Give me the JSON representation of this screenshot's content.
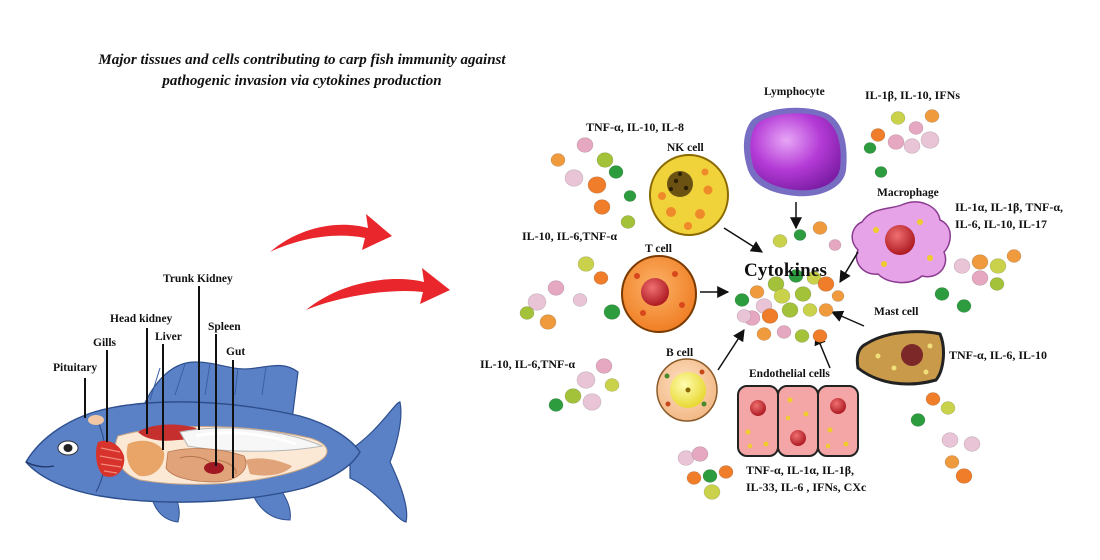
{
  "title": {
    "line1": "Major tissues and cells contributing to carp fish immunity against",
    "line2": "pathogenic invasion via cytokines production"
  },
  "fish_labels": {
    "pituitary": "Pituitary",
    "gills": "Gills",
    "head_kidney": "Head kidney",
    "liver": "Liver",
    "trunk_kidney": "Trunk Kidney",
    "spleen": "Spleen",
    "gut": "Gut"
  },
  "center_label": "Cytokines",
  "cells": {
    "lymphocyte": {
      "name": "Lymphocyte",
      "cytokines": "IL-1β, IL-10, IFNs"
    },
    "nk": {
      "name": "NK cell",
      "cytokines": "TNF-α, IL-10, IL-8"
    },
    "macrophage": {
      "name": "Macrophage",
      "cytokines_1": "IL-1α, IL-1β, TNF-α,",
      "cytokines_2": "IL-6, IL-10, IL-17"
    },
    "t": {
      "name": "T cell",
      "cytokines": "IL-10, IL-6,TNF-α"
    },
    "mast": {
      "name": "Mast cell",
      "cytokines": "TNF-α, IL-6, IL-10"
    },
    "b": {
      "name": "B cell",
      "cytokines": "IL-10, IL-6,TNF-α"
    },
    "endothelial": {
      "name": "Endothelial cells",
      "cytokines_1": "TNF-α, IL-1α, IL-1β,",
      "cytokines_2": "IL-33, IL-6 , IFNs, CXc"
    }
  },
  "colors": {
    "arrow_red": "#e8262b",
    "fish_blue": "#5a80c6",
    "lymphocyte": "#b43ad6",
    "nk_cell": "#f0d23a",
    "t_cell": "#f58a2c",
    "macrophage": "#e7a3e8",
    "mast_cell": "#c99a4a",
    "b_cell": "#f7c9a0",
    "endothelial": "#f4a5a5"
  }
}
